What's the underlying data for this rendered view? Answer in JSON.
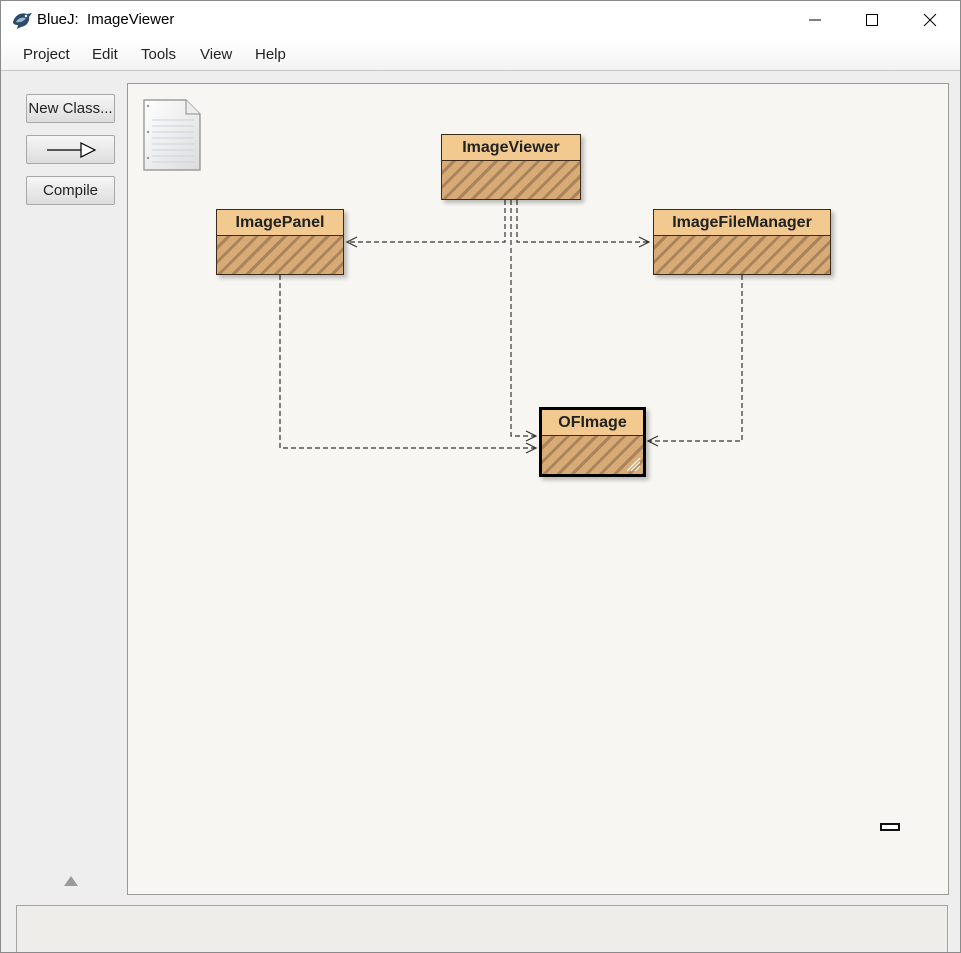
{
  "window": {
    "app_name": "BlueJ:",
    "project_name": "ImageViewer"
  },
  "menubar": {
    "items": [
      "Project",
      "Edit",
      "Tools",
      "View",
      "Help"
    ]
  },
  "toolbar": {
    "new_class_label": "New Class...",
    "compile_label": "Compile"
  },
  "diagram": {
    "classes": {
      "imageviewer": "ImageViewer",
      "imagepanel": "ImagePanel",
      "imagefilemanager": "ImageFileManager",
      "ofimage": "OFImage"
    }
  }
}
